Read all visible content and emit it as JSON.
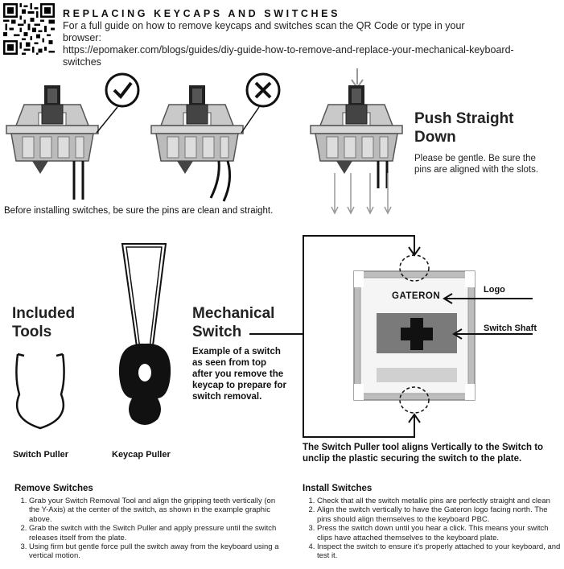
{
  "header": {
    "title": "REPLACING KEYCAPS AND SWITCHES",
    "line1": "For a full guide on how to remove keycaps and switches scan the QR Code or type in your",
    "line2": "browser:",
    "line3": "https://epomaker.com/blogs/guides/diy-guide-how-to-remove-and-replace-your-mechanical-keyboard-",
    "line4": "switches"
  },
  "pins_caption": "Before installing switches, be sure the pins are clean and straight.",
  "push": {
    "title_line1": "Push Straight",
    "title_line2": "Down",
    "body_line1": "Please be gentle. Be sure the",
    "body_line2": "pins are aligned with the slots."
  },
  "tools": {
    "title_line1": "Included",
    "title_line2": "Tools",
    "switch_puller": "Switch Puller",
    "keycap_puller": "Keycap Puller"
  },
  "mech": {
    "title_line1": "Mechanical",
    "title_line2": "Switch",
    "desc": [
      "Example of a switch",
      "as seen from top",
      "after you remove the",
      "keycap to prepare for",
      "switch removal."
    ],
    "logo_text": "GATERON",
    "logo_label": "Logo",
    "shaft_label": "Switch Shaft",
    "puller_line1": "The Switch Puller tool aligns Vertically to the Switch to",
    "puller_line2": "unclip the plastic securing the switch to the plate."
  },
  "remove": {
    "title": "Remove Switches",
    "steps": [
      "Grab your Switch Removal Tool and align the gripping teeth vertically (on the Y-Axis) at the center of the switch, as shown in the example graphic above.",
      "Grab the switch with the Switch Puller and apply pressure until the switch releases itself from the plate.",
      "Using firm but gentle force pull the switch away from the keyboard using a vertical motion."
    ]
  },
  "install": {
    "title": "Install Switches",
    "steps": [
      "Check that all the switch metallic pins are perfectly straight and clean",
      "Align the switch vertically to have the Gateron logo facing north. The pins should align themselves to the keyboard PBC.",
      "Press the switch down until you hear a click. This means your switch clips have attached themselves to the keyboard plate.",
      "Inspect the switch to ensure it's properly attached to your keyboard, and test it."
    ]
  },
  "icons": {
    "qr": "qr-code-icon",
    "check": "check-circle-icon",
    "cross": "cross-circle-icon"
  }
}
